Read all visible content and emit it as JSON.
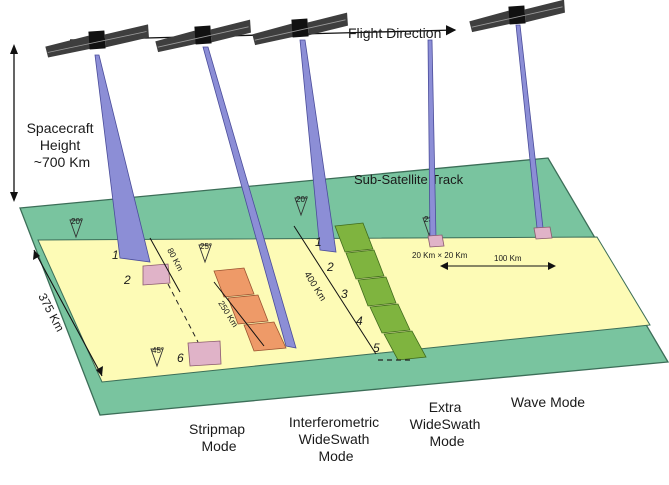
{
  "labels": {
    "flight_direction": "Flight Direction",
    "spacecraft_height": [
      "Spacecraft",
      "Height",
      "~700 Km"
    ],
    "sub_satellite_track": "Sub-Satellite Track",
    "swath_375": "375 Km",
    "swath_80": "80 Km",
    "swath_250": "250 Km",
    "swath_400": "400 Km",
    "wave_box": "20 Km × 20 Km",
    "wave_spacing": "100 Km"
  },
  "angles": {
    "a20_left": "20°",
    "a25": "25°",
    "a45": "45°",
    "a20_iw": "20°",
    "a23": "23°"
  },
  "beams": {
    "strip_1": "1",
    "strip_2": "2",
    "strip_6": "6",
    "ew_1": "1",
    "ew_2": "2",
    "ew_3": "3",
    "ew_4": "4",
    "ew_5": "5"
  },
  "modes": {
    "stripmap": [
      "Stripmap",
      "Mode"
    ],
    "iw": [
      "Interferometric",
      "WideSwath",
      "Mode"
    ],
    "ew": [
      "Extra",
      "WideSwath",
      "Mode"
    ],
    "wave": [
      "Wave Mode"
    ]
  },
  "colors": {
    "ground_green": "#79c49f",
    "ground_yellow": "#fdfbb6",
    "beam_purple": "#8c8ed6",
    "strip_pink": "#e0b3c8",
    "iw_orange": "#ee9a68",
    "ew_green": "#7fb43f",
    "satellite_panel": "#3e3e3e"
  }
}
